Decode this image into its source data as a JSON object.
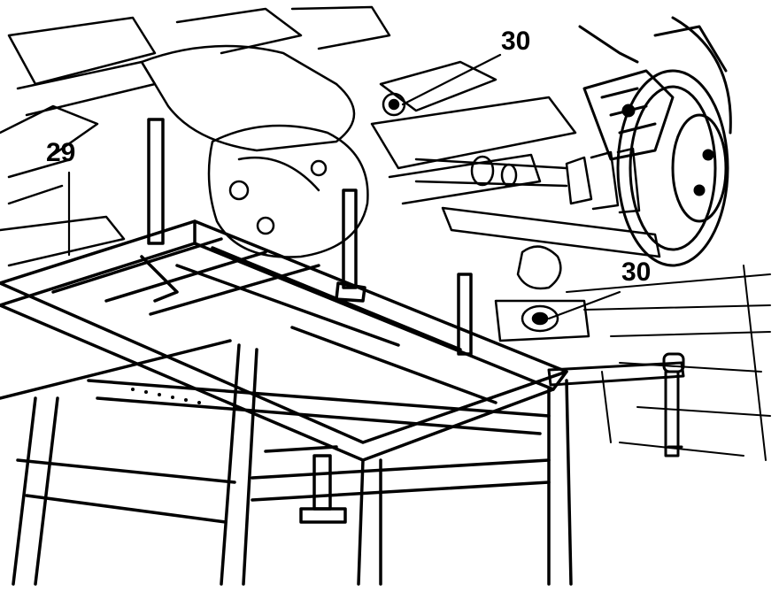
{
  "figure": {
    "description_colors": {
      "ink": "#000000",
      "background": "#ffffff"
    },
    "callouts": [
      {
        "id": "29",
        "label": "29"
      },
      {
        "id": "30-upper",
        "label": "30"
      },
      {
        "id": "30-lower",
        "label": "30"
      }
    ]
  }
}
